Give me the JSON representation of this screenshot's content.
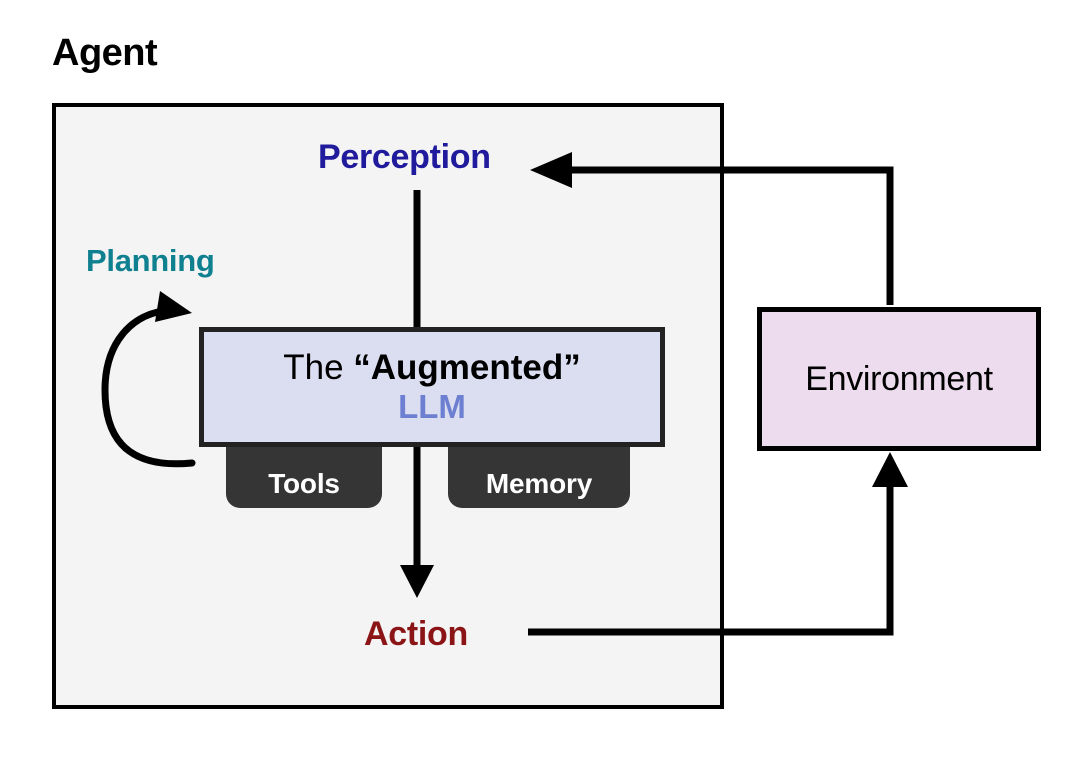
{
  "diagram": {
    "title": "Agent",
    "type": "block-flow-diagram",
    "background_color": "#ffffff"
  },
  "agent": {
    "label": "Agent",
    "background_color": "#f4f4f4",
    "border_color": "#000000"
  },
  "nodes": {
    "perception": {
      "label": "Perception",
      "color": "#201a9c"
    },
    "planning": {
      "label": "Planning",
      "color": "#0f8090"
    },
    "action": {
      "label": "Action",
      "color": "#8b1416"
    },
    "llm": {
      "line1_prefix": "The ",
      "line1_quoted": "“Augmented”",
      "line2": "LLM",
      "background_color": "#dbdef0",
      "border_color": "#222222",
      "line2_color": "#6d7fd1"
    },
    "tools": {
      "label": "Tools",
      "background_color": "#353535",
      "text_color": "#ffffff"
    },
    "memory": {
      "label": "Memory",
      "background_color": "#353535",
      "text_color": "#ffffff"
    },
    "environment": {
      "label": "Environment",
      "background_color": "#ecdcee",
      "border_color": "#000000",
      "text_color": "#000000"
    }
  },
  "edges": [
    {
      "name": "perception-to-llm",
      "from": "Perception",
      "to": "The “Augmented” LLM",
      "style": "straight-down",
      "arrowhead": "none"
    },
    {
      "name": "llm-to-action",
      "from": "The “Augmented” LLM",
      "to": "Action",
      "style": "straight-down",
      "arrowhead": "down"
    },
    {
      "name": "planning-self-loop",
      "from": "The “Augmented” LLM",
      "to": "The “Augmented” LLM",
      "style": "curved-self-loop",
      "arrowhead": "up-right"
    },
    {
      "name": "action-to-environment",
      "from": "Action",
      "to": "Environment",
      "style": "right-then-up",
      "arrowhead": "up"
    },
    {
      "name": "environment-to-perception",
      "from": "Environment",
      "to": "Perception",
      "style": "up-then-left",
      "arrowhead": "left"
    }
  ]
}
